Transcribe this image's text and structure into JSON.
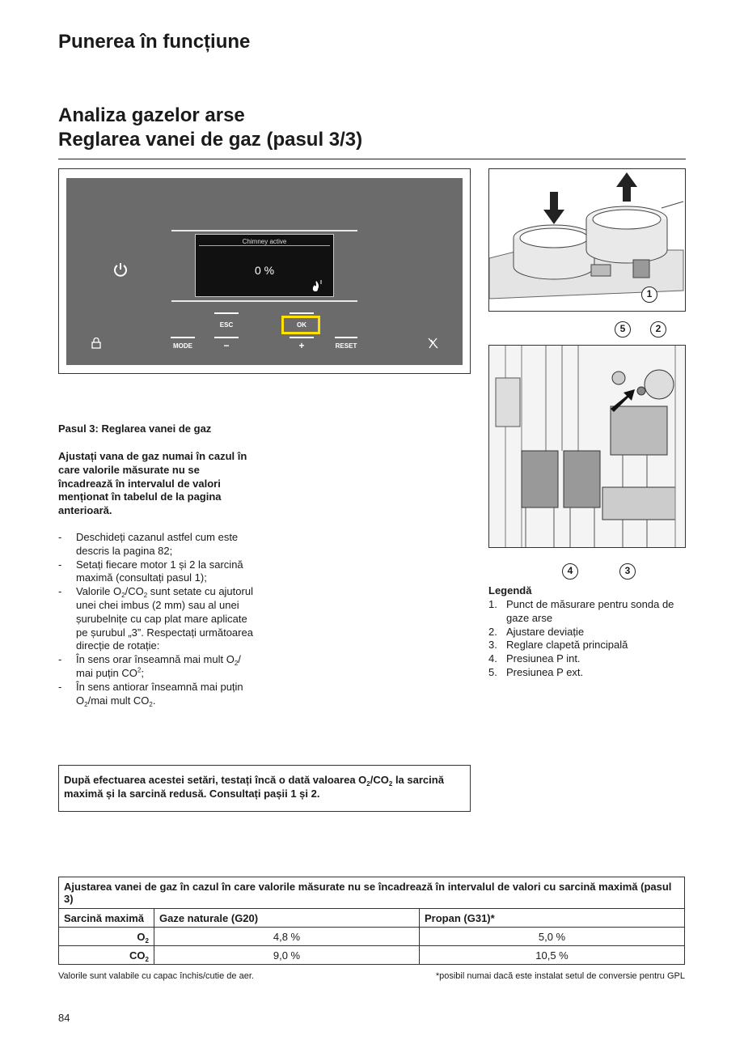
{
  "header": {
    "page_title": "Punerea în funcțiune",
    "section_title_line1": "Analiza gazelor arse",
    "section_title_line2": "Reglarea vanei de gaz (pasul 3/3)"
  },
  "control_panel": {
    "screen_title": "Chimney active",
    "screen_value": "0 %",
    "buttons": {
      "esc": "ESC",
      "ok": "OK",
      "mode": "MODE",
      "minus": "−",
      "plus": "+",
      "reset": "RESET"
    },
    "highlight_color": "#ffe000"
  },
  "figure_callouts": {
    "top": [
      "1"
    ],
    "bottom_upper": [
      "5",
      "2"
    ],
    "bottom_lower": [
      "4",
      "3"
    ]
  },
  "step": {
    "heading": "Pasul 3: Reglarea vanei de gaz",
    "intro": "Ajustați vana de gaz numai în cazul în care valorile măsurate nu se încadrează în intervalul de valori menționat în tabelul de la pagina anterioară.",
    "items": [
      "Deschideți cazanul astfel cum este descris la pagina 82;",
      "Setați fiecare motor 1 și 2 la sarcină maximă (consultați pasul 1);"
    ],
    "item3_a": "Valorile O",
    "item3_sub1": "2",
    "item3_b": "/CO",
    "item3_sub2": "2",
    "item3_c": " sunt setate cu ajutorul unei chei imbus (2 mm) sau al unei șurubelnițe cu cap plat mare aplicate pe șurubul „3”. Respectați următoarea direcție de rotație:",
    "item4_a": "În sens orar înseamnă mai mult O",
    "item4_sub": "2",
    "item4_b": "/ mai puțin CO",
    "item4_sup": "2",
    "item4_c": ";",
    "item5_a": "În sens antiorar înseamnă mai puțin O",
    "item5_sub1": "2",
    "item5_b": "/mai mult CO",
    "item5_sub2": "2",
    "item5_c": "."
  },
  "legend": {
    "title": "Legendă",
    "items": [
      {
        "num": "1.",
        "text": "Punct de măsurare pentru sonda de gaze arse"
      },
      {
        "num": "2.",
        "text": "Ajustare deviație"
      },
      {
        "num": "3.",
        "text": "Reglare clapetă principală"
      },
      {
        "num": "4.",
        "text": "Presiunea P int."
      },
      {
        "num": "5.",
        "text": "Presiunea P ext."
      }
    ]
  },
  "notice": {
    "a": "După efectuarea acestei setări, testați încă o dată valoarea O",
    "sub1": "2",
    "b": "/CO",
    "sub2": "2",
    "c": " la sarcină maximă și la sarcină redusă. Consultați pașii 1 și 2."
  },
  "table": {
    "title": "Ajustarea vanei de gaz în cazul în care valorile măsurate nu se încadrează în intervalul de valori cu sarcină maximă (pasul 3)",
    "headers": [
      "Sarcină maximă",
      "Gaze naturale (G20)",
      "Propan (G31)*"
    ],
    "rows": [
      {
        "label": "O",
        "sub": "2",
        "g20": "4,8 %",
        "g31": "5,0 %"
      },
      {
        "label": "CO",
        "sub": "2",
        "g20": "9,0 %",
        "g31": "10,5 %"
      }
    ]
  },
  "footnotes": {
    "left": "Valorile sunt valabile cu capac închis/cutie de aer.",
    "right": "*posibil numai dacă este instalat setul de conversie pentru GPL"
  },
  "page_number": "84"
}
